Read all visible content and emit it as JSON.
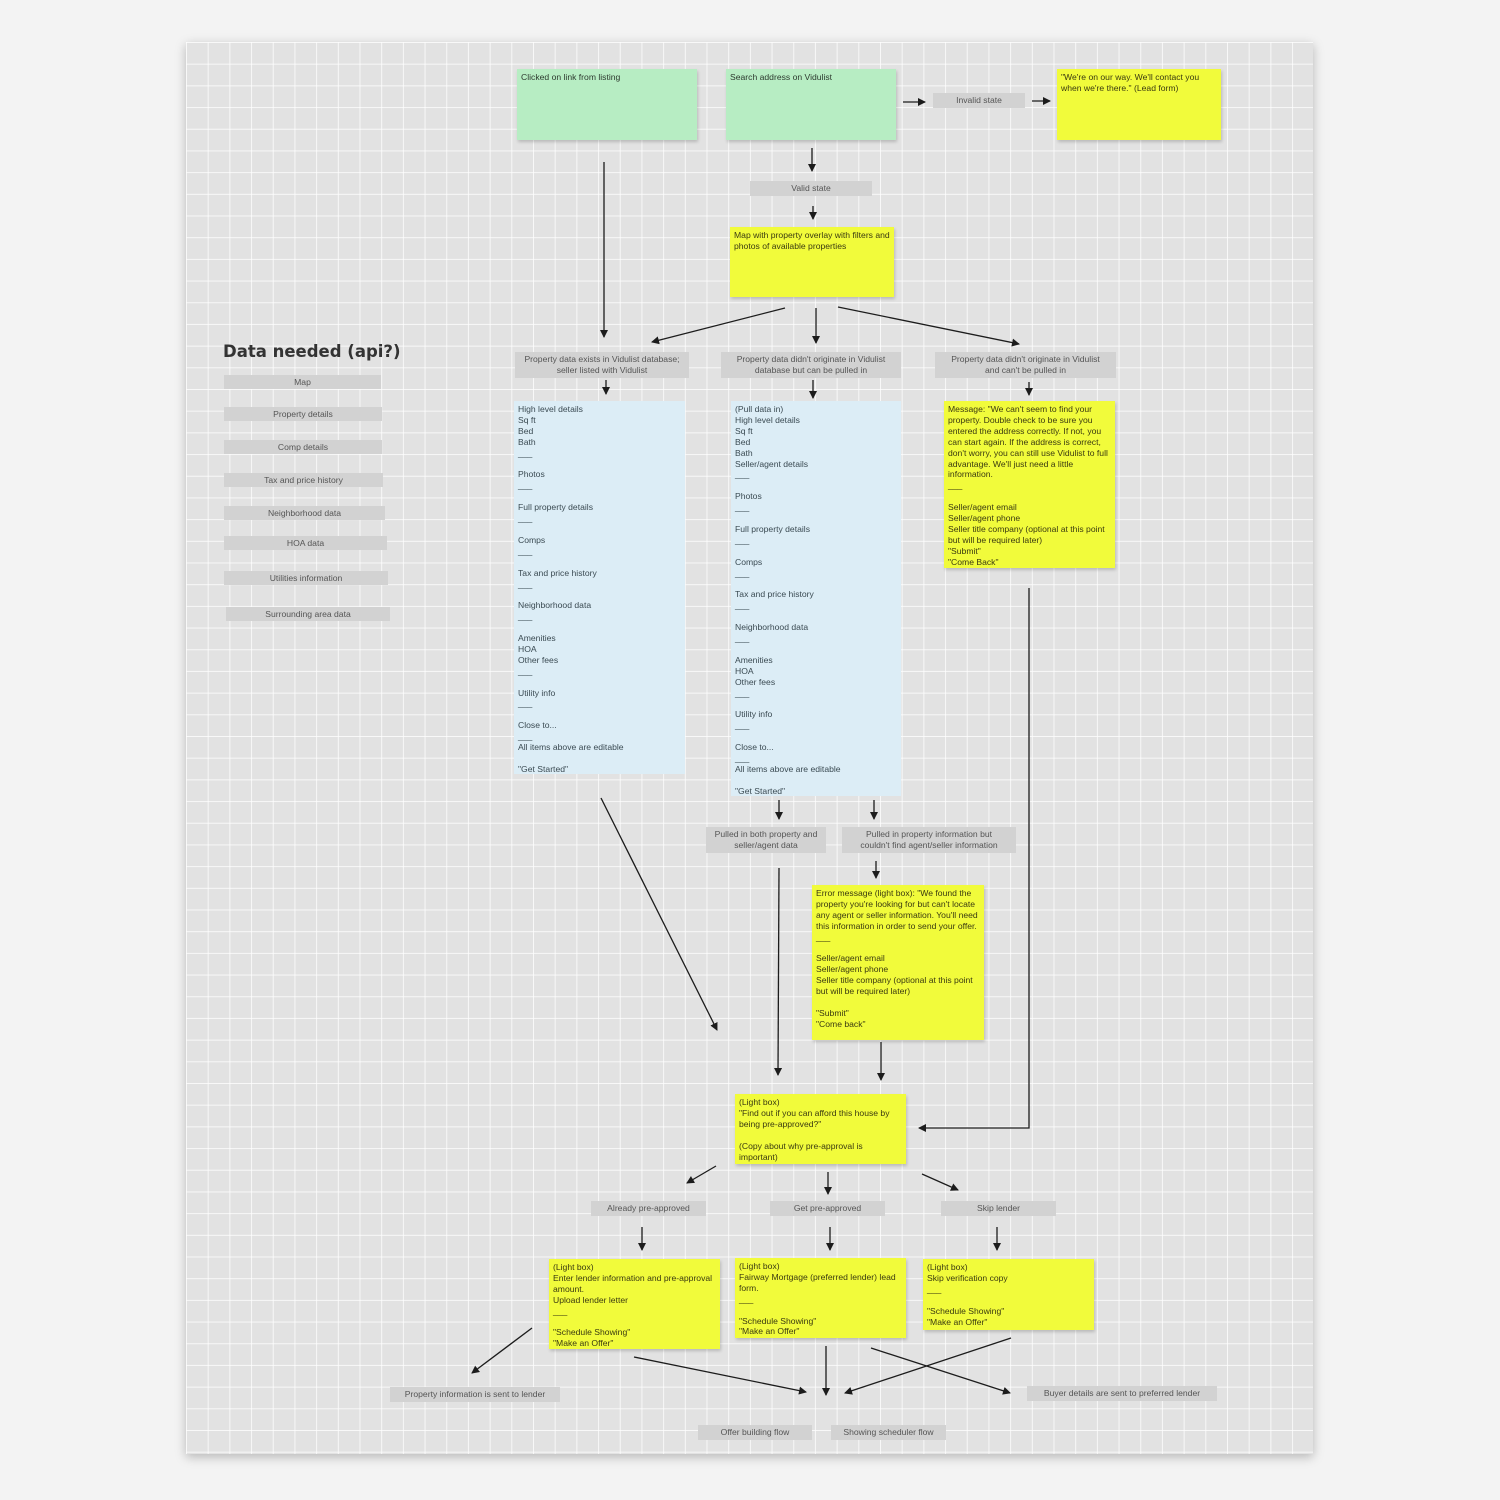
{
  "data_needed": {
    "title": "Data needed (api?)",
    "items": [
      "Map",
      "Property details",
      "Comp details",
      "Tax and price history",
      "Neighborhood data",
      "HOA data",
      "Utilities information",
      "Surrounding area data"
    ]
  },
  "entry": {
    "clicked_link": "Clicked on link from listing",
    "search_address": "Search address on Vidulist",
    "invalid_state": "Invalid state",
    "invalid_note": "\"We're on our way. We'll contact you when we're there.\" (Lead form)",
    "valid_state": "Valid state",
    "map_note": "Map with property overlay with filters and photos of available properties"
  },
  "branches": {
    "exists": "Property data exists in Vidulist database;\nseller listed with Vidulist",
    "pulled": "Property data didn't originate in Vidulist\ndatabase but can be pulled in",
    "missing": "Property data didn't originate in Vidulist\nand can't be pulled in"
  },
  "details": {
    "exists": "High level details\nSq ft\nBed\nBath\n___\n\nPhotos\n___\n\nFull property details\n___\n\nComps\n___\n\nTax and price history\n___\n\nNeighborhood data\n___\n\nAmenities\nHOA\nOther fees\n___\n\nUtility info\n___\n\nClose to...\n___\nAll items above are editable\n\n\"Get Started\"",
    "pulled": "(Pull data in)\nHigh level details\nSq ft\nBed\nBath\nSeller/agent details\n___\n\nPhotos\n___\n\nFull property details\n___\n\nComps\n___\n\nTax and price history\n___\n\nNeighborhood data\n___\n\nAmenities\nHOA\nOther fees\n___\n\nUtility info\n___\n\nClose to...\n___\nAll items above are editable\n\n\"Get Started\"",
    "missing_message": "Message:   \"We can't seem to find your property. Double check to be sure you entered the address correctly. If not, you can start again. If the address is correct, don't worry, you can still use Vidulist to full advantage. We'll just need a little information.\n___\n\nSeller/agent email\nSeller/agent phone\nSeller title company (optional at this point but will be required later)\n\"Submit\"\n\"Come Back\""
  },
  "pull_results": {
    "both": "Pulled in both property and\nseller/agent data",
    "partial": "Pulled in property information but\ncouldn't find agent/seller information",
    "error_note": "Error message (light box):   \"We found the property you're looking for but can't locate any agent or seller information. You'll need this information in order to send your offer.\n___\n\nSeller/agent email\nSeller/agent phone\nSeller title company (optional at this point but will be required later)\n\n\"Submit\"\n\"Come back\""
  },
  "preapproval": {
    "lightbox": "(Light box)\n\"Find out if you can afford this house by being pre-approved?\"\n\n(Copy about why pre-approval is important)",
    "options": [
      "Already pre-approved",
      "Get pre-approved",
      "Skip lender"
    ],
    "already_note": "(Light box)\nEnter lender information and pre-approval amount.\nUpload lender letter\n___\n\n\"Schedule Showing\"\n\"Make an Offer\"",
    "get_note": "(Light box)\nFairway Mortgage (preferred lender) lead form.\n___\n\n\"Schedule Showing\"\n\"Make an Offer\"",
    "skip_note": "(Light box)\nSkip verification copy\n___\n\n\"Schedule Showing\"\n\"Make an Offer\""
  },
  "outcomes": {
    "sent_to_lender": "Property information is sent to lender",
    "sent_to_preferred": "Buyer details are sent to preferred lender",
    "offer_flow": "Offer building flow",
    "showing_flow": "Showing scheduler flow"
  },
  "colors": {
    "sticky_yellow": "#f1fb3b",
    "sticky_green": "#b7edc3",
    "card_blue": "#dcedf6",
    "label_gray": "#d2d2d2",
    "board": "#e2e2e2"
  }
}
